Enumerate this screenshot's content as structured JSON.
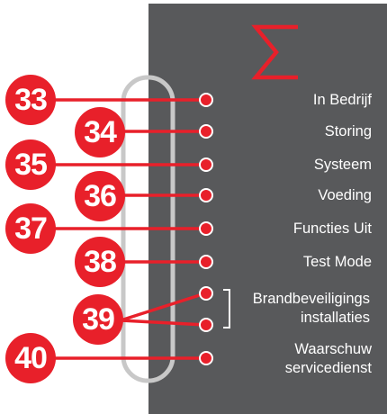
{
  "panel": {
    "logo": "sigma-logo-icon",
    "colors": {
      "panel_bg": "#58595b",
      "accent": "#e8202a",
      "frame": "#c8c8c8",
      "text": "#ffffff"
    }
  },
  "indicators": [
    {
      "id": "33",
      "label": "In Bedrijf"
    },
    {
      "id": "34",
      "label": "Storing"
    },
    {
      "id": "35",
      "label": "Systeem"
    },
    {
      "id": "36",
      "label": "Voeding"
    },
    {
      "id": "37",
      "label": "Functies Uit"
    },
    {
      "id": "38",
      "label": "Test Mode"
    },
    {
      "id": "39",
      "label_line1": "Brandbeveiligings",
      "label_line2": "installaties"
    },
    {
      "id": "40",
      "label_line1": "Waarschuw",
      "label_line2": "servicedienst"
    }
  ]
}
